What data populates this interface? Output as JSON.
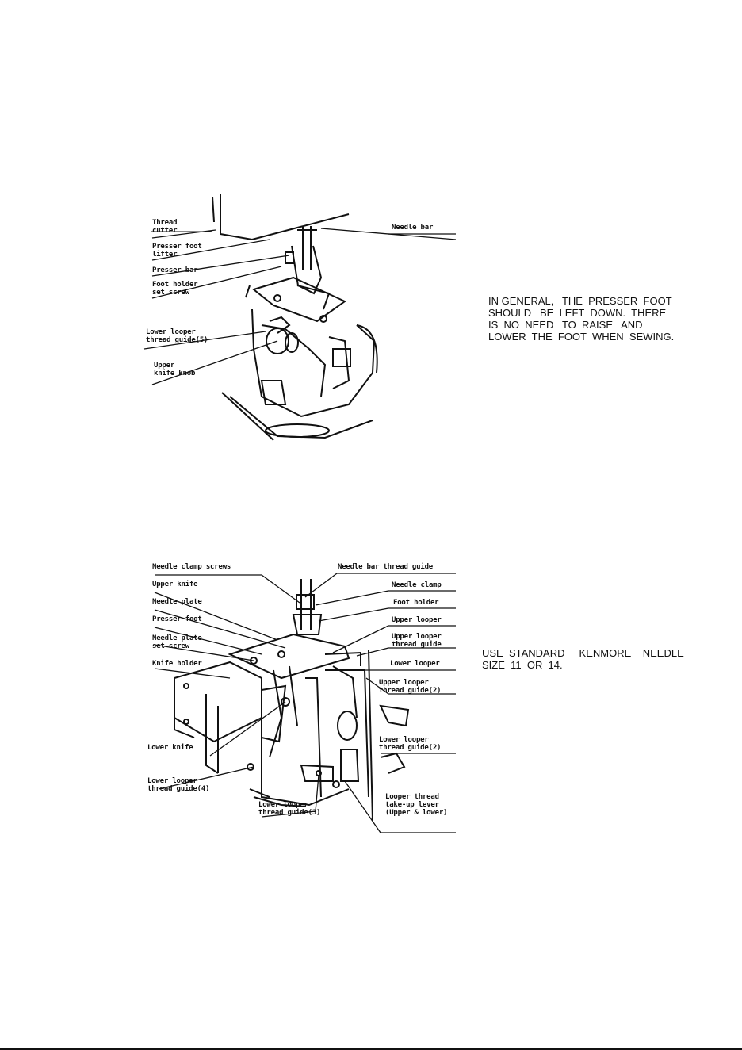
{
  "figure1": {
    "labels": {
      "thread_cutter": "Thread\ncutter",
      "presser_foot_lifter": "Presser foot\nlifter",
      "presser_bar": "Presser bar",
      "foot_holder_set_screw": "Foot holder\nset screw",
      "lower_looper_thread_guide_5": "Lower looper\nthread guide(5)",
      "upper_knife_knob": "Upper\nknife knob",
      "needle_bar": "Needle bar"
    },
    "note": "IN GENERAL,   THE  PRESSER  FOOT\nSHOULD   BE  LEFT  DOWN.  THERE\nIS  NO  NEED   TO  RAISE   AND\nLOWER  THE  FOOT  WHEN  SEWING."
  },
  "figure2": {
    "labels": {
      "needle_clamp_screws": "Needle clamp screws",
      "upper_knife": "Upper knife",
      "needle_plate": "Needle plate",
      "presser_foot": "Presser foot",
      "needle_plate_set_screw": "Needle plate\nset screw",
      "knife_holder": "Knife holder",
      "lower_knife": "Lower knife",
      "lower_looper_thread_guide_4": "Lower looper\nthread guide(4)",
      "lower_looper_thread_guide_3": "Lower looper\nthread guide(3)",
      "needle_bar_thread_guide": "Needle bar thread guide",
      "needle_clamp": "Needle clamp",
      "foot_holder": "Foot holder",
      "upper_looper": "Upper looper",
      "upper_looper_thread_guide": "Upper looper\nthread guide",
      "lower_looper": "Lower looper",
      "upper_looper_thread_guide_2": "Upper looper\nthread guide(2)",
      "lower_looper_thread_guide_2": "Lower looper\nthread guide(2)",
      "looper_thread_take_up_lever": "Looper thread\ntake-up lever\n(Upper & lower)"
    },
    "note": "USE  STANDARD     KENMORE    NEEDLE\nSIZE  11  OR  14."
  }
}
